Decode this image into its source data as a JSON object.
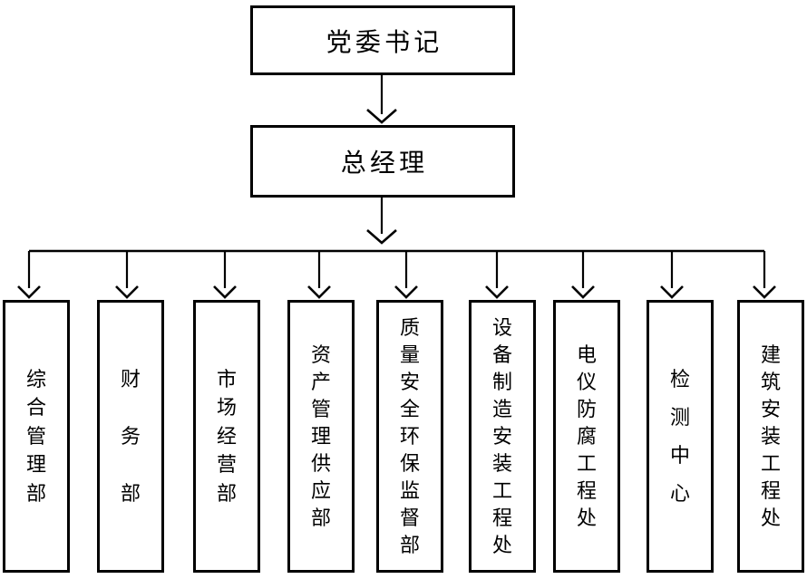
{
  "org_chart": {
    "nodes": {
      "party_secretary": {
        "label": "党委书记"
      },
      "general_manager": {
        "label": "总经理"
      }
    },
    "departments": [
      {
        "label": "综合管理部"
      },
      {
        "label": "财务部"
      },
      {
        "label": "市场经营部"
      },
      {
        "label": "资产管理供应部"
      },
      {
        "label": "质量安全环保监督部"
      },
      {
        "label": "设备制造安装工程处"
      },
      {
        "label": "电仪防腐工程处"
      },
      {
        "label": "检测中心"
      },
      {
        "label": "建筑安装工程处"
      }
    ],
    "colors": {
      "line": "#000000",
      "border": "#000000",
      "text": "#000000",
      "background": "#ffffff"
    }
  }
}
